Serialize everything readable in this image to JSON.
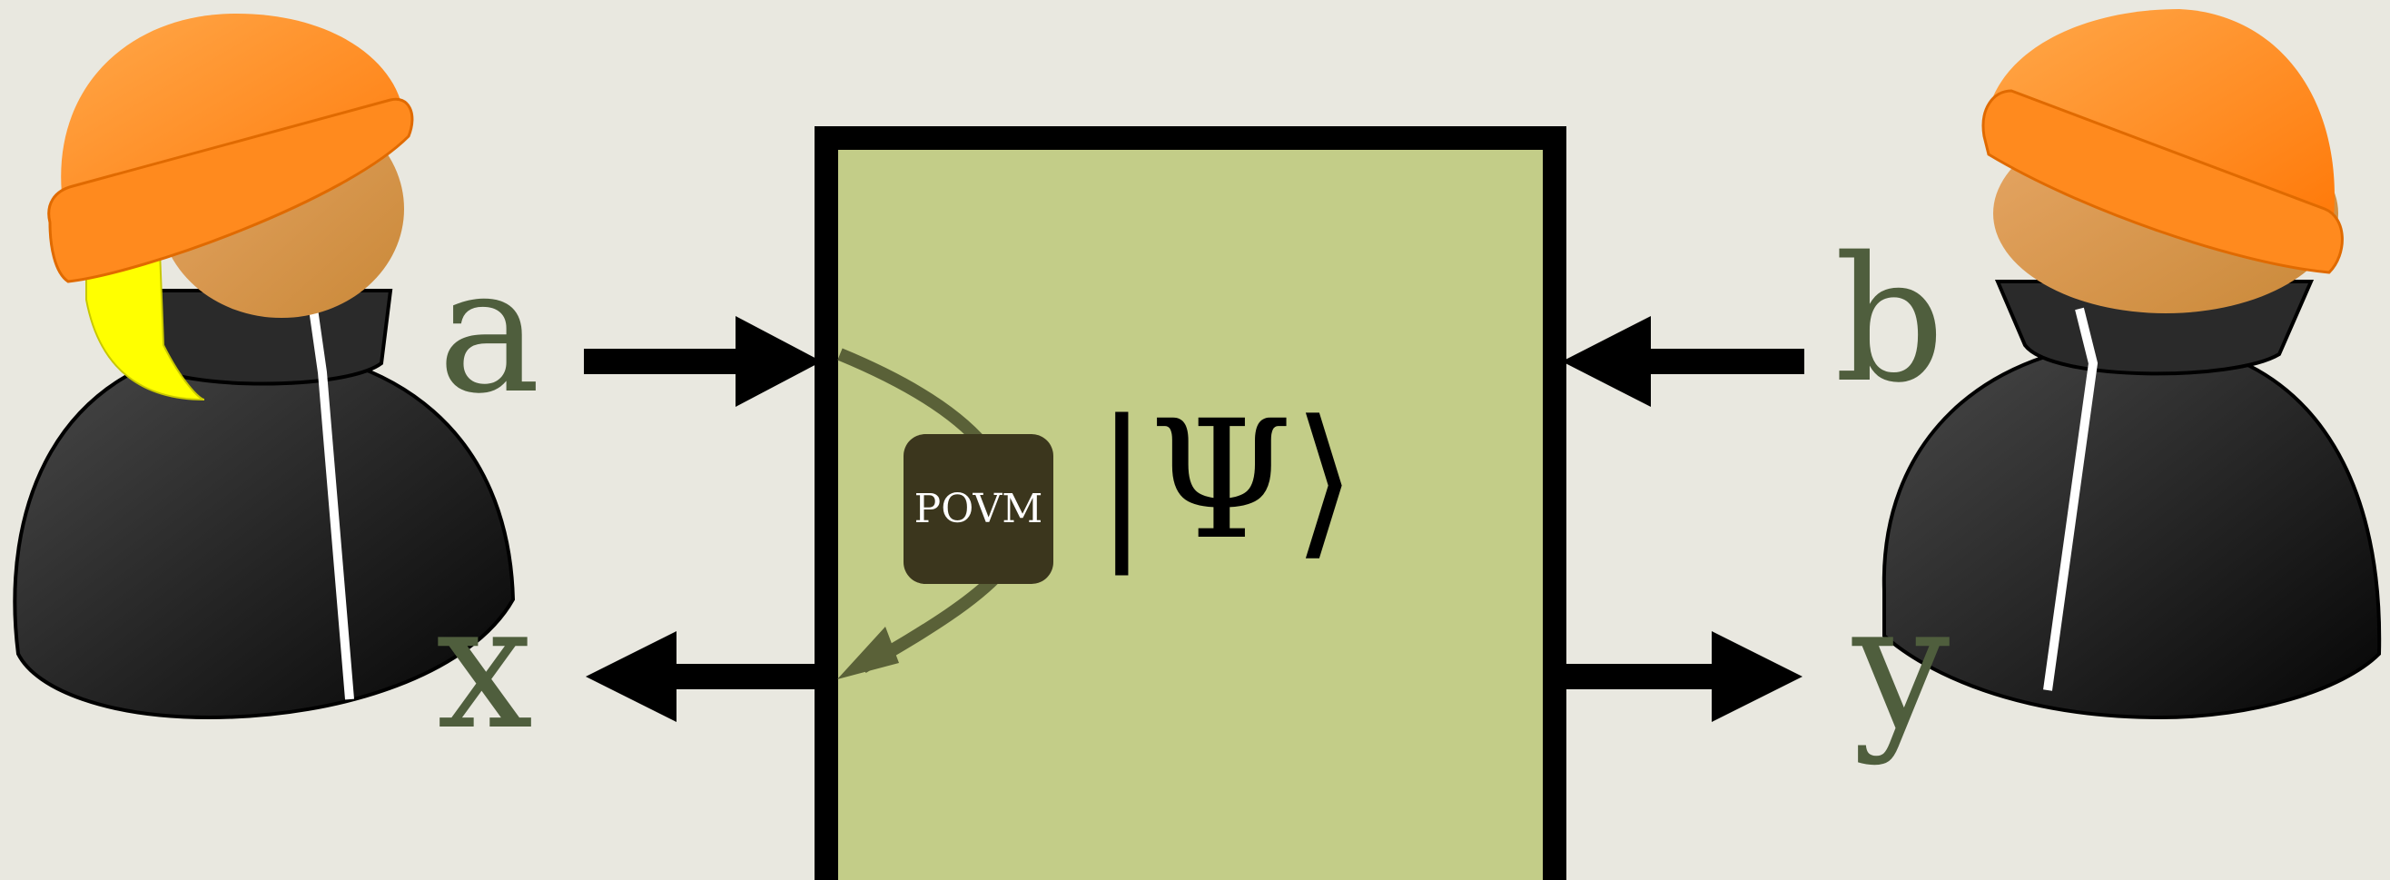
{
  "diagram": {
    "left_inputs": {
      "input": "a",
      "output": "x"
    },
    "right_inputs": {
      "input": "b",
      "output": "y"
    },
    "state_label": "|Ψ⟩",
    "measurement_label": "POVM",
    "colors": {
      "background": "#e9e8e0",
      "box_fill": "#c3cd88",
      "box_border": "#000000",
      "label_text": "#4f5e3d",
      "measurement_box": "#3b361d",
      "measurement_arrow": "#5a6138",
      "hat": "#ff8a1e",
      "skin": "#d9964a",
      "hair": "#ffff00",
      "body": "#1e1e1e"
    },
    "figures": [
      "left-person-icon",
      "right-person-icon"
    ]
  }
}
